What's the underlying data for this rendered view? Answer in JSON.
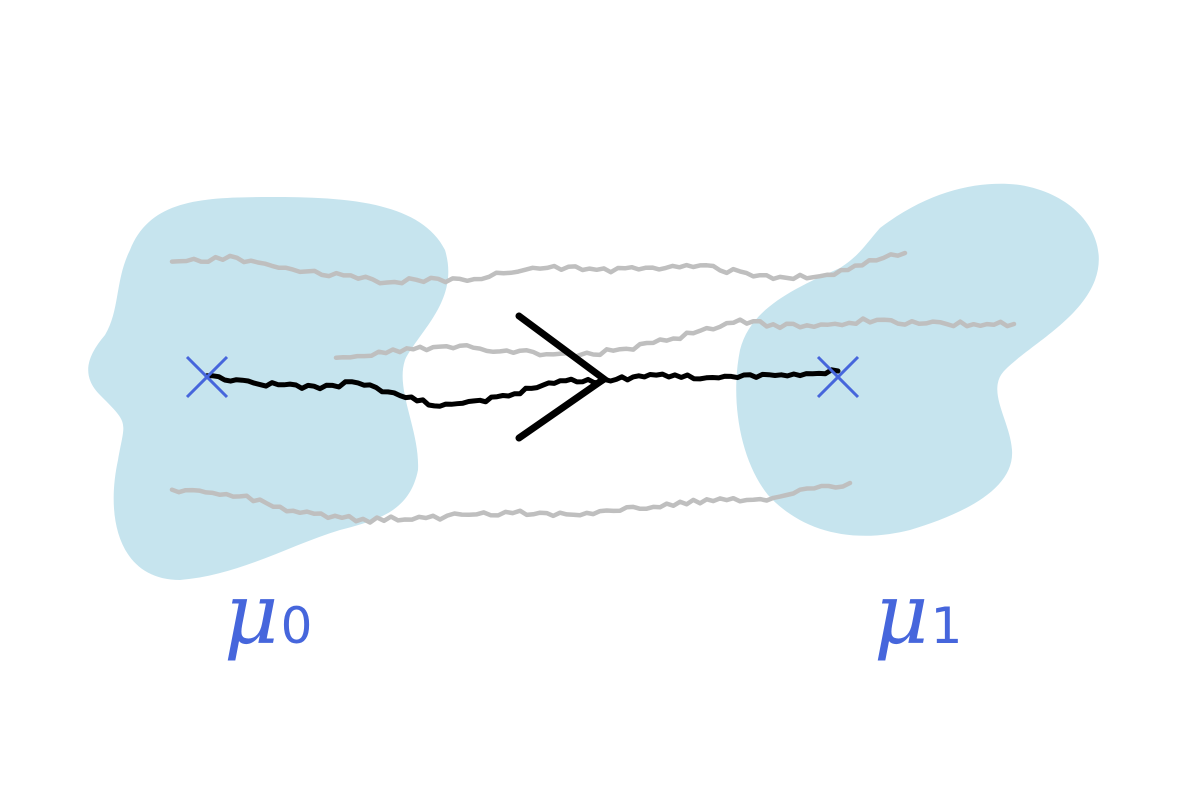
{
  "labels": {
    "source": {
      "symbol": "μ",
      "subscript": "0"
    },
    "target": {
      "symbol": "μ",
      "subscript": "1"
    }
  },
  "colors": {
    "distribution_fill": "#c6e4ee",
    "marker": "#4666dc",
    "label": "#4666dc",
    "background_path": "#bfbfbf",
    "main_path": "#000000",
    "arrow": "#000000",
    "background": "#ffffff"
  },
  "icons": {
    "source_marker": "x-mark-icon",
    "target_marker": "x-mark-icon",
    "direction": "arrowhead-right-icon"
  }
}
